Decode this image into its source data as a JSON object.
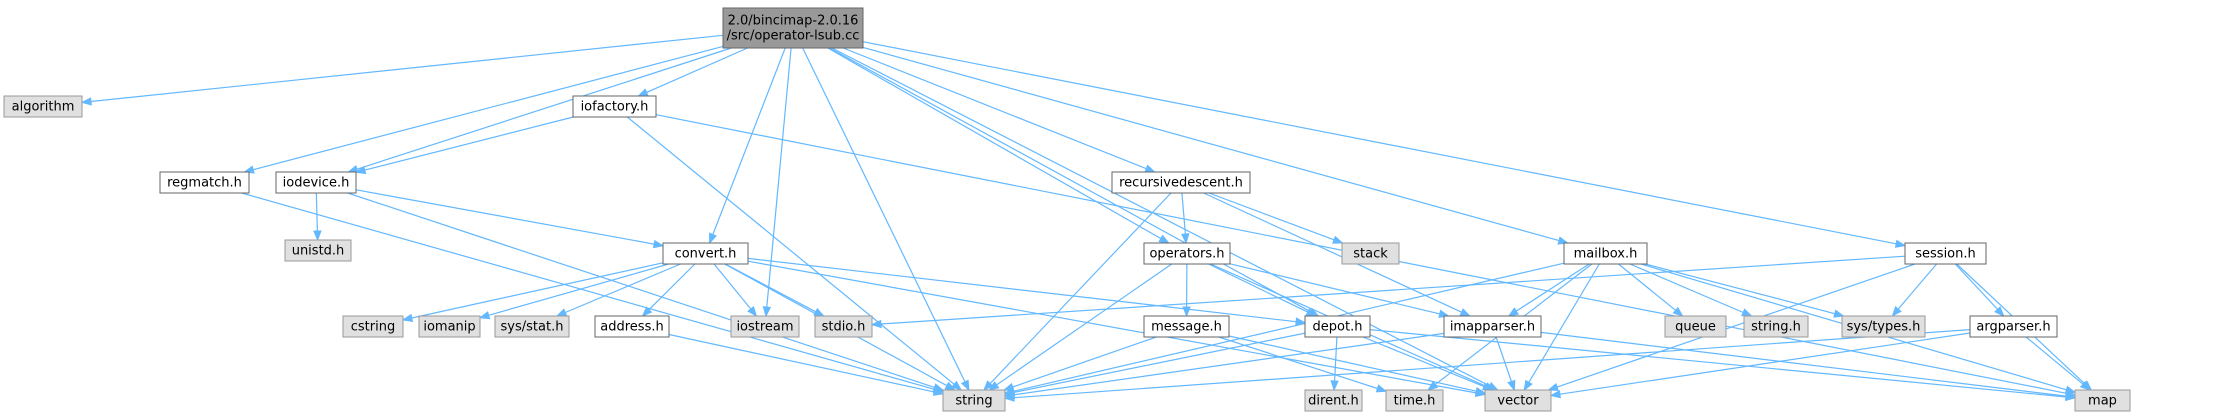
{
  "colors": {
    "root_fill": "#999999",
    "root_stroke": "#666666",
    "header_fill": "#ffffff",
    "header_stroke": "#666666",
    "system_fill": "#e0e0e0",
    "system_stroke": "#999999",
    "edge": "#63B8FF"
  },
  "nodes": [
    {
      "id": "root",
      "kind": "root",
      "lines": [
        "2.0/bincimap-2.0.16",
        "/src/operator-lsub.cc"
      ]
    },
    {
      "id": "algorithm",
      "kind": "system",
      "lines": [
        "algorithm"
      ]
    },
    {
      "id": "iofactory",
      "kind": "header",
      "lines": [
        "iofactory.h"
      ]
    },
    {
      "id": "regmatch",
      "kind": "header",
      "lines": [
        "regmatch.h"
      ]
    },
    {
      "id": "iodevice",
      "kind": "header",
      "lines": [
        "iodevice.h"
      ]
    },
    {
      "id": "unistd",
      "kind": "system",
      "lines": [
        "unistd.h"
      ]
    },
    {
      "id": "convert",
      "kind": "header",
      "lines": [
        "convert.h"
      ]
    },
    {
      "id": "cstring",
      "kind": "system",
      "lines": [
        "cstring"
      ]
    },
    {
      "id": "iomanip",
      "kind": "system",
      "lines": [
        "iomanip"
      ]
    },
    {
      "id": "sysstat",
      "kind": "system",
      "lines": [
        "sys/stat.h"
      ]
    },
    {
      "id": "address",
      "kind": "header",
      "lines": [
        "address.h"
      ]
    },
    {
      "id": "iostream",
      "kind": "system",
      "lines": [
        "iostream"
      ]
    },
    {
      "id": "stdio",
      "kind": "system",
      "lines": [
        "stdio.h"
      ]
    },
    {
      "id": "recursive",
      "kind": "header",
      "lines": [
        "recursivedescent.h"
      ]
    },
    {
      "id": "stack",
      "kind": "system",
      "lines": [
        "stack"
      ]
    },
    {
      "id": "operators",
      "kind": "header",
      "lines": [
        "operators.h"
      ]
    },
    {
      "id": "message",
      "kind": "header",
      "lines": [
        "message.h"
      ]
    },
    {
      "id": "depot",
      "kind": "header",
      "lines": [
        "depot.h"
      ]
    },
    {
      "id": "dirent",
      "kind": "system",
      "lines": [
        "dirent.h"
      ]
    },
    {
      "id": "timeh",
      "kind": "system",
      "lines": [
        "time.h"
      ]
    },
    {
      "id": "mailbox",
      "kind": "header",
      "lines": [
        "mailbox.h"
      ]
    },
    {
      "id": "imapparser",
      "kind": "header",
      "lines": [
        "imapparser.h"
      ]
    },
    {
      "id": "queue",
      "kind": "system",
      "lines": [
        "queue"
      ]
    },
    {
      "id": "stringh",
      "kind": "system",
      "lines": [
        "string.h"
      ]
    },
    {
      "id": "systypes",
      "kind": "system",
      "lines": [
        "sys/types.h"
      ]
    },
    {
      "id": "session",
      "kind": "header",
      "lines": [
        "session.h"
      ]
    },
    {
      "id": "argparser",
      "kind": "header",
      "lines": [
        "argparser.h"
      ]
    },
    {
      "id": "string",
      "kind": "system",
      "lines": [
        "string"
      ]
    },
    {
      "id": "vector",
      "kind": "system",
      "lines": [
        "vector"
      ]
    },
    {
      "id": "map",
      "kind": "system",
      "lines": [
        "map"
      ]
    }
  ],
  "edges": [
    [
      "root",
      "algorithm"
    ],
    [
      "root",
      "iofactory"
    ],
    [
      "root",
      "regmatch"
    ],
    [
      "root",
      "iodevice"
    ],
    [
      "root",
      "convert"
    ],
    [
      "root",
      "iostream"
    ],
    [
      "root",
      "depot"
    ],
    [
      "root",
      "operators"
    ],
    [
      "root",
      "recursive"
    ],
    [
      "root",
      "mailbox"
    ],
    [
      "root",
      "session"
    ],
    [
      "root",
      "string"
    ],
    [
      "root",
      "vector"
    ],
    [
      "iofactory",
      "iodevice"
    ],
    [
      "iofactory",
      "string"
    ],
    [
      "iofactory",
      "map"
    ],
    [
      "regmatch",
      "string"
    ],
    [
      "iodevice",
      "unistd"
    ],
    [
      "iodevice",
      "convert"
    ],
    [
      "iodevice",
      "string"
    ],
    [
      "convert",
      "cstring"
    ],
    [
      "convert",
      "iomanip"
    ],
    [
      "convert",
      "sysstat"
    ],
    [
      "convert",
      "address"
    ],
    [
      "convert",
      "iostream"
    ],
    [
      "convert",
      "stdio"
    ],
    [
      "convert",
      "string"
    ],
    [
      "convert",
      "vector"
    ],
    [
      "convert",
      "depot"
    ],
    [
      "address",
      "string"
    ],
    [
      "recursive",
      "stack"
    ],
    [
      "recursive",
      "operators"
    ],
    [
      "recursive",
      "imapparser"
    ],
    [
      "recursive",
      "string"
    ],
    [
      "operators",
      "message"
    ],
    [
      "operators",
      "depot"
    ],
    [
      "operators",
      "imapparser"
    ],
    [
      "operators",
      "string"
    ],
    [
      "operators",
      "vector"
    ],
    [
      "message",
      "string"
    ],
    [
      "message",
      "timeh"
    ],
    [
      "message",
      "vector"
    ],
    [
      "depot",
      "dirent"
    ],
    [
      "depot",
      "string"
    ],
    [
      "depot",
      "vector"
    ],
    [
      "depot",
      "map"
    ],
    [
      "mailbox",
      "imapparser"
    ],
    [
      "mailbox",
      "queue"
    ],
    [
      "mailbox",
      "stringh"
    ],
    [
      "mailbox",
      "systypes"
    ],
    [
      "mailbox",
      "string"
    ],
    [
      "mailbox",
      "timeh"
    ],
    [
      "mailbox",
      "vector"
    ],
    [
      "mailbox",
      "map"
    ],
    [
      "imapparser",
      "string"
    ],
    [
      "imapparser",
      "vector"
    ],
    [
      "imapparser",
      "map"
    ],
    [
      "session",
      "systypes"
    ],
    [
      "session",
      "argparser"
    ],
    [
      "session",
      "stdio"
    ],
    [
      "session",
      "vector"
    ],
    [
      "session",
      "map"
    ],
    [
      "argparser",
      "string"
    ],
    [
      "argparser",
      "vector"
    ],
    [
      "argparser",
      "map"
    ]
  ]
}
